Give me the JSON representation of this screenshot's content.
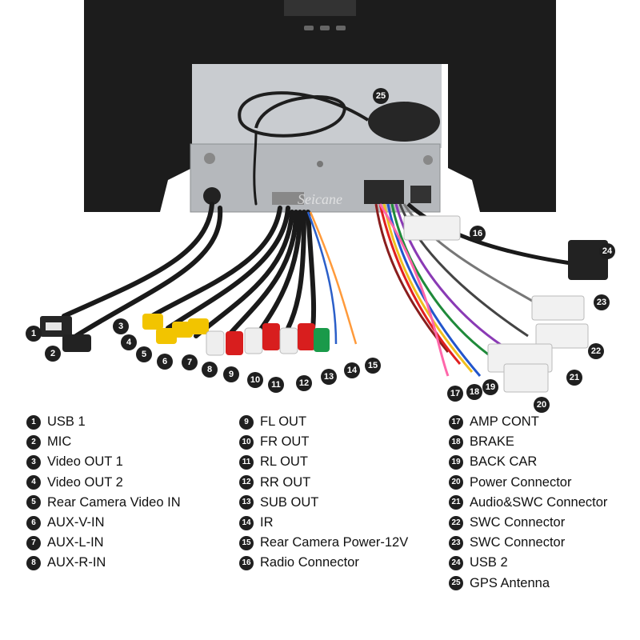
{
  "watermark": "Seicane",
  "callouts": [
    {
      "num": "1"
    },
    {
      "num": "2"
    },
    {
      "num": "3"
    },
    {
      "num": "4"
    },
    {
      "num": "5"
    },
    {
      "num": "6"
    },
    {
      "num": "7"
    },
    {
      "num": "8"
    },
    {
      "num": "9"
    },
    {
      "num": "10"
    },
    {
      "num": "11"
    },
    {
      "num": "12"
    },
    {
      "num": "13"
    },
    {
      "num": "14"
    },
    {
      "num": "15"
    },
    {
      "num": "16"
    },
    {
      "num": "17"
    },
    {
      "num": "18"
    },
    {
      "num": "19"
    },
    {
      "num": "20"
    },
    {
      "num": "21"
    },
    {
      "num": "22"
    },
    {
      "num": "23"
    },
    {
      "num": "24"
    },
    {
      "num": "25"
    }
  ],
  "legend": {
    "col1": [
      {
        "num": "1",
        "label": "USB 1"
      },
      {
        "num": "2",
        "label": "MIC"
      },
      {
        "num": "3",
        "label": "Video OUT 1"
      },
      {
        "num": "4",
        "label": "Video OUT 2"
      },
      {
        "num": "5",
        "label": "Rear Camera Video IN"
      },
      {
        "num": "6",
        "label": "AUX-V-IN"
      },
      {
        "num": "7",
        "label": "AUX-L-IN"
      },
      {
        "num": "8",
        "label": "AUX-R-IN"
      }
    ],
    "col2": [
      {
        "num": "9",
        "label": "FL OUT"
      },
      {
        "num": "10",
        "label": "FR OUT"
      },
      {
        "num": "11",
        "label": "RL OUT"
      },
      {
        "num": "12",
        "label": "RR OUT"
      },
      {
        "num": "13",
        "label": "SUB OUT"
      },
      {
        "num": "14",
        "label": "IR"
      },
      {
        "num": "15",
        "label": "Rear Camera Power-12V"
      },
      {
        "num": "16",
        "label": "Radio Connector"
      }
    ],
    "col3": [
      {
        "num": "17",
        "label": "AMP CONT"
      },
      {
        "num": "18",
        "label": "BRAKE"
      },
      {
        "num": "19",
        "label": "BACK CAR"
      },
      {
        "num": "20",
        "label": "Power Connector"
      },
      {
        "num": "21",
        "label": "Audio&SWC Connector"
      },
      {
        "num": "22",
        "label": "SWC Connector"
      },
      {
        "num": "23",
        "label": "SWC Connector"
      },
      {
        "num": "24",
        "label": "USB 2"
      },
      {
        "num": "25",
        "label": "GPS Antenna"
      }
    ]
  },
  "colors": {
    "frame": "#1c1c1c",
    "chassis": "#b9bcbf",
    "rca_yellow": "#f2c400",
    "rca_white": "#eeeeee",
    "rca_red": "#d81e1e",
    "rca_green": "#1a9a4a",
    "connector": "#f1f1f1",
    "callout": "#1f1f1f"
  }
}
